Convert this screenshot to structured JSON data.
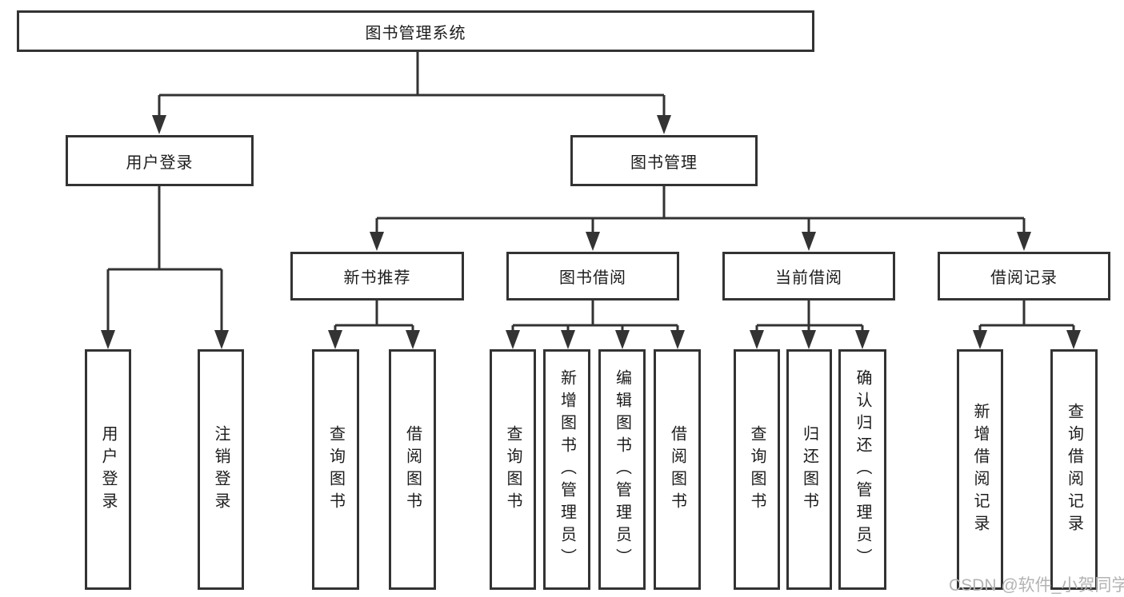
{
  "diagram": {
    "background": "#ffffff",
    "line_color": "#333333",
    "box_border_color": "#333333",
    "text_color": "#1c1c1c"
  },
  "watermark": {
    "text": "CSDN @软件_小贺同学",
    "color": "#b3b3b3"
  },
  "nodes": {
    "root": {
      "label": "图书管理系统"
    },
    "user_login": {
      "label": "用户登录",
      "parent": "root"
    },
    "book_mgmt": {
      "label": "图书管理",
      "parent": "root"
    },
    "user_login_leaf": {
      "label": "用户登录",
      "parent": "user_login"
    },
    "logout_leaf": {
      "label": "注销登录",
      "parent": "user_login"
    },
    "new_book_rec": {
      "label": "新书推荐",
      "parent": "book_mgmt"
    },
    "book_borrow": {
      "label": "图书借阅",
      "parent": "book_mgmt"
    },
    "current_borrow": {
      "label": "当前借阅",
      "parent": "book_mgmt"
    },
    "borrow_records": {
      "label": "借阅记录",
      "parent": "book_mgmt"
    },
    "nbr_query": {
      "label": "查询图书",
      "parent": "new_book_rec"
    },
    "nbr_borrow": {
      "label": "借阅图书",
      "parent": "new_book_rec"
    },
    "bb_query": {
      "label": "查询图书",
      "parent": "book_borrow"
    },
    "bb_add": {
      "label": "新增图书（管理员）",
      "parent": "book_borrow"
    },
    "bb_edit": {
      "label": "编辑图书（管理员）",
      "parent": "book_borrow"
    },
    "bb_borrow": {
      "label": "借阅图书",
      "parent": "book_borrow"
    },
    "cb_query": {
      "label": "查询图书",
      "parent": "current_borrow"
    },
    "cb_return": {
      "label": "归还图书",
      "parent": "current_borrow"
    },
    "cb_confirm": {
      "label": "确认归还（管理员）",
      "parent": "current_borrow"
    },
    "br_add": {
      "label": "新增借阅记录",
      "parent": "borrow_records"
    },
    "br_query": {
      "label": "查询借阅记录",
      "parent": "borrow_records"
    }
  }
}
